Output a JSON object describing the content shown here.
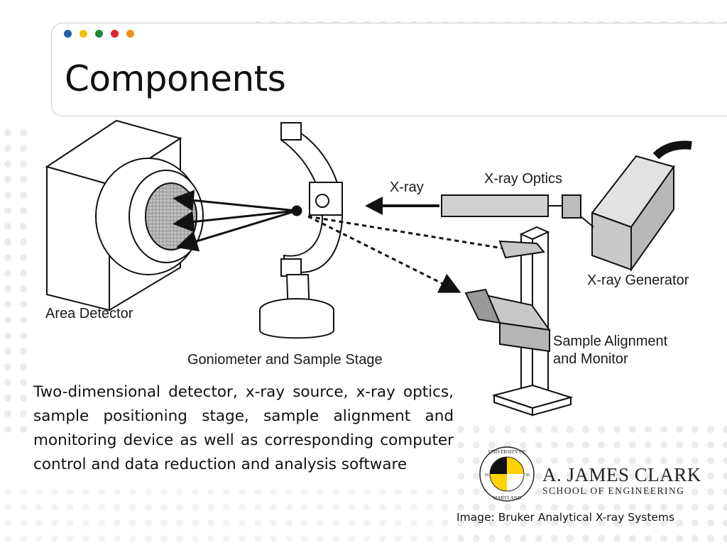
{
  "slide": {
    "title": "Components",
    "accent_dot_colors": [
      "#1f5fa8",
      "#f2c200",
      "#1f8a3c",
      "#d9232f",
      "#f28c1a"
    ]
  },
  "diagram": {
    "labels": {
      "x_ray_optics": "X-ray Optics",
      "x_ray": "X-ray",
      "x_ray_generator": "X-ray Generator",
      "area_detector": "Area Detector",
      "goniometer": "Goniometer and Sample Stage",
      "sample_alignment_1": "Sample Alignment",
      "sample_alignment_2": "and Monitor"
    }
  },
  "body": {
    "description": "Two-dimensional detector, x-ray source, x-ray optics, sample positioning stage, sample alignment and monitoring device as well as corresponding computer control and data reduction and analysis software"
  },
  "logo": {
    "seal_top": "UNIVERSITY OF",
    "seal_bottom": "MARYLAND",
    "seal_year_left": "18",
    "seal_year_right": "56",
    "school_name": "A. JAMES CLARK",
    "school_sub": "SCHOOL OF ENGINEERING"
  },
  "credit": "Image: Bruker Analytical X-ray Systems"
}
